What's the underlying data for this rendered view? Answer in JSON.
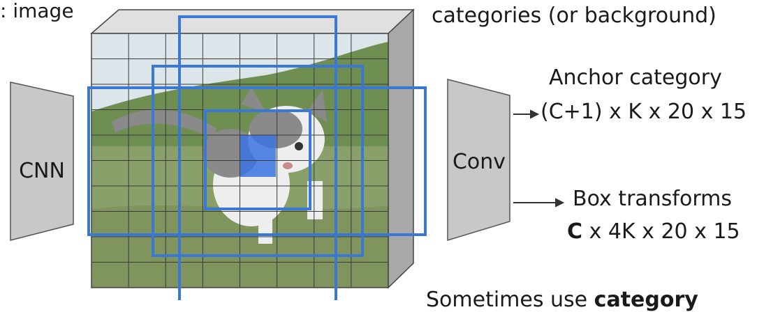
{
  "labels": {
    "input_image_partial": ": image",
    "categories_line": "categories (or background)",
    "cnn": "CNN",
    "conv": "Conv",
    "anchor_title": "Anchor category",
    "anchor_dims": "(C+1) x K x 20 x 15",
    "box_title": "Box transforms",
    "box_dims_bold": "C",
    "box_dims_rest": " x 4K x 20 x 15",
    "bottom_prefix": "Sometimes use ",
    "bottom_bold": "category"
  },
  "colors": {
    "anchor_box": "#3a78d6",
    "highlight_cell": "#3a73e0",
    "block_face": "#c8c8c8",
    "block_side": "#a8a8a8",
    "block_top": "#e0e0e0",
    "grid_line": "#3a3a3a",
    "sky": "#dce6ea",
    "hill": "#6f8e52",
    "grass": "#8aa06a",
    "cat_white": "#eeeeee",
    "cat_gray": "#8a8a8a"
  },
  "grid": {
    "cols": 8,
    "rows": 10
  }
}
